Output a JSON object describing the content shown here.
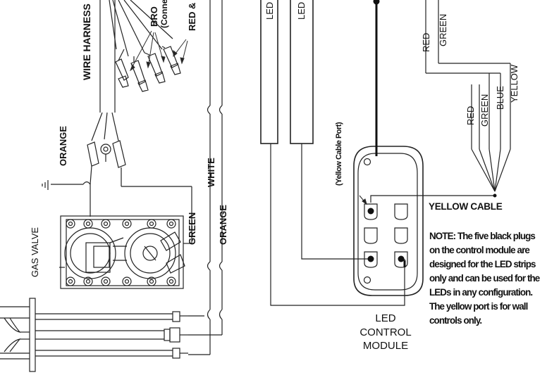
{
  "labels": {
    "wire_harness": "WIRE HARNESS",
    "brown_top": "BRO",
    "conn_top": "(Conne",
    "red_and": "RED &",
    "orange_left": "ORANGE",
    "gas_valve": "GAS VALVE",
    "green_valve": "GREEN",
    "white": "WHITE",
    "orange_mid": "ORANGE",
    "led_1": "LED",
    "led_2": "LED",
    "red_top": "RED",
    "green_top": "GREEN",
    "yellow": "YELLOW",
    "blue": "BLUE",
    "green_mid": "GREEN",
    "red_mid": "RED",
    "yellow_cable_port": "(Yellow Cable Port)",
    "yellow_cable": "YELLOW CABLE"
  },
  "module_label": [
    "LED",
    "CONTROL",
    "MODULE"
  ],
  "note_lines": [
    "NOTE:  The five black plugs",
    "on the control module are",
    "designed for the LED strips",
    "only and can be used for the",
    "LEDs in any configuration.",
    "The yellow port is for wall",
    "controls only."
  ]
}
